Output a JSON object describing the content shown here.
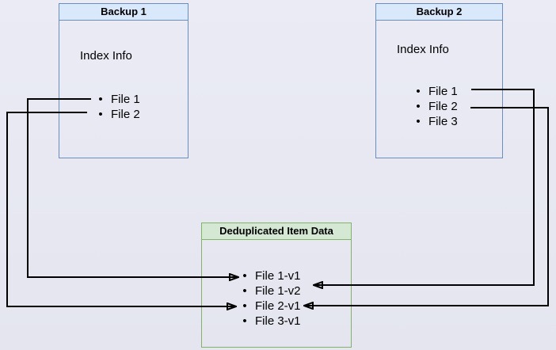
{
  "diagram": {
    "background_color": "#e6e6f0",
    "line_color": "#000000",
    "boxes": [
      {
        "id": "backup1",
        "title": "Backup 1",
        "label": "Index Info",
        "items": [
          "File 1",
          "File 2"
        ],
        "header_fill": "#dae8fc",
        "border_color": "#6c8ebf"
      },
      {
        "id": "backup2",
        "title": "Backup 2",
        "label": "Index Info",
        "items": [
          "File 1",
          "File 2",
          "File 3"
        ],
        "header_fill": "#dae8fc",
        "border_color": "#6c8ebf"
      },
      {
        "id": "dedup",
        "title": "Deduplicated Item Data",
        "items": [
          "File 1-v1",
          "File 1-v2",
          "File 2-v1",
          "File 3-v1"
        ],
        "header_fill": "#d5e8d4",
        "border_color": "#82b366"
      }
    ],
    "connections": [
      {
        "from": "Backup 1 / File 1",
        "to": "Deduplicated Item Data / File 1-v1"
      },
      {
        "from": "Backup 1 / File 2",
        "to": "Deduplicated Item Data / File 2-v1"
      },
      {
        "from": "Backup 2 / File 1",
        "to": "Deduplicated Item Data / File 1-v2"
      },
      {
        "from": "Backup 2 / File 2",
        "to": "Deduplicated Item Data / File 2-v1"
      }
    ]
  }
}
